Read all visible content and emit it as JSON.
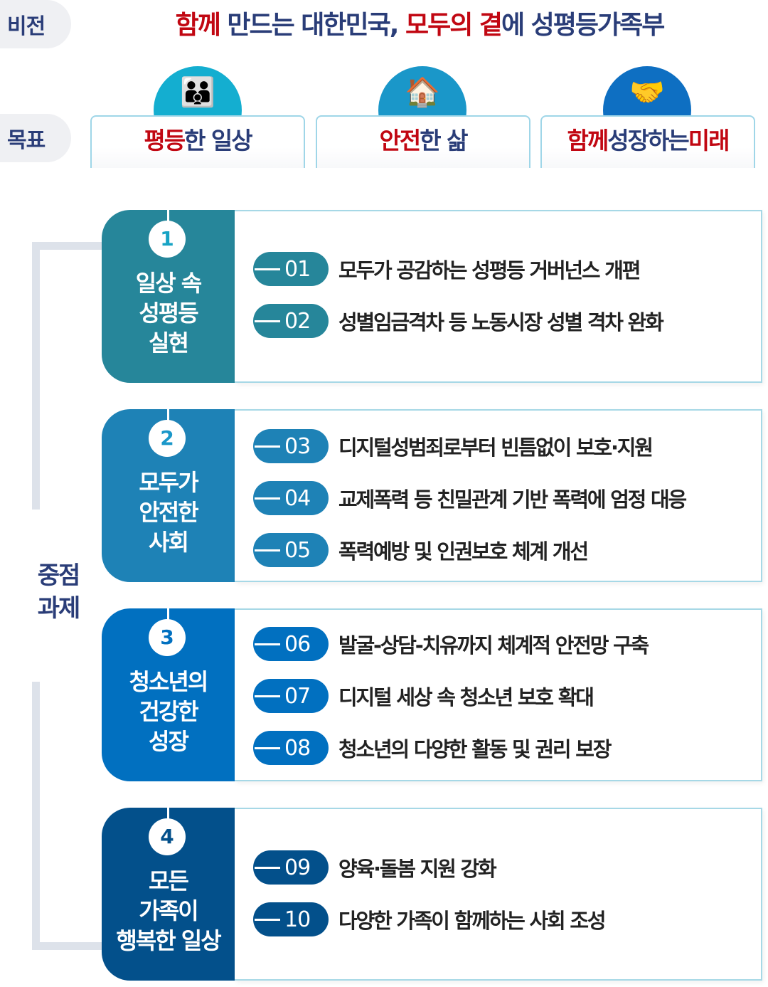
{
  "vision": {
    "label": "비전",
    "title_parts": [
      {
        "text": "함께",
        "color": "red"
      },
      {
        "text": " 만드는 대한민국, ",
        "color": "navy"
      },
      {
        "text": "모두의 곁",
        "color": "red"
      },
      {
        "text": "에 성평등가족부",
        "color": "navy"
      }
    ]
  },
  "goals": {
    "label": "목표",
    "items": [
      {
        "icon": "hands-holding-people-icon",
        "glyph": "👪",
        "parts": [
          {
            "text": "평등",
            "color": "red"
          },
          {
            "text": "한 일상",
            "color": "navy"
          }
        ],
        "circle_color": "#14aed0"
      },
      {
        "icon": "hand-holding-house-icon",
        "glyph": "🏠",
        "parts": [
          {
            "text": "안전",
            "color": "red"
          },
          {
            "text": "한 삶",
            "color": "navy"
          }
        ],
        "circle_color": "#1a97c9"
      },
      {
        "icon": "stacked-hands-teamwork-icon",
        "glyph": "🤝",
        "parts": [
          {
            "text": "함께",
            "color": "red"
          },
          {
            "text": " 성장하는 ",
            "color": "navy"
          },
          {
            "text": "미래",
            "color": "red"
          }
        ],
        "circle_color": "#0e6fc2"
      }
    ]
  },
  "focus": {
    "label_line1": "중점",
    "label_line2": "과제",
    "sections": [
      {
        "number": "1",
        "title_lines": [
          "일상 속",
          "성평등",
          "실현"
        ],
        "color": "#26869a",
        "items": [
          {
            "no": "01",
            "text": "모두가 공감하는 성평등 거버넌스 개편"
          },
          {
            "no": "02",
            "text": "성별임금격차 등 노동시장 성별 격차 완화"
          }
        ]
      },
      {
        "number": "2",
        "title_lines": [
          "모두가",
          "안전한",
          "사회"
        ],
        "color": "#1e82b6",
        "items": [
          {
            "no": "03",
            "text": "디지털성범죄로부터 빈틈없이 보호·지원"
          },
          {
            "no": "04",
            "text": "교제폭력 등 친밀관계 기반 폭력에 엄정 대응"
          },
          {
            "no": "05",
            "text": "폭력예방 및 인권보호 체계 개선"
          }
        ]
      },
      {
        "number": "3",
        "title_lines": [
          "청소년의",
          "건강한",
          "성장"
        ],
        "color": "#0170c0",
        "items": [
          {
            "no": "06",
            "text": "발굴-상담-치유까지 체계적 안전망 구축"
          },
          {
            "no": "07",
            "text": "디지털 세상 속 청소년 보호 확대"
          },
          {
            "no": "08",
            "text": "청소년의 다양한 활동 및 권리 보장"
          }
        ]
      },
      {
        "number": "4",
        "title_lines": [
          "모든",
          "가족이",
          "행복한 일상"
        ],
        "color": "#03508b",
        "items": [
          {
            "no": "09",
            "text": "양육·돌봄 지원 강화"
          },
          {
            "no": "10",
            "text": "다양한 가족이 함께하는 사회 조성"
          }
        ]
      }
    ]
  },
  "colors": {
    "red": "#c10712",
    "navy": "#2a3d78",
    "pill_bg": "#eff0f3",
    "bracket": "#dde2ea",
    "card_border": "#a6d8e6"
  }
}
